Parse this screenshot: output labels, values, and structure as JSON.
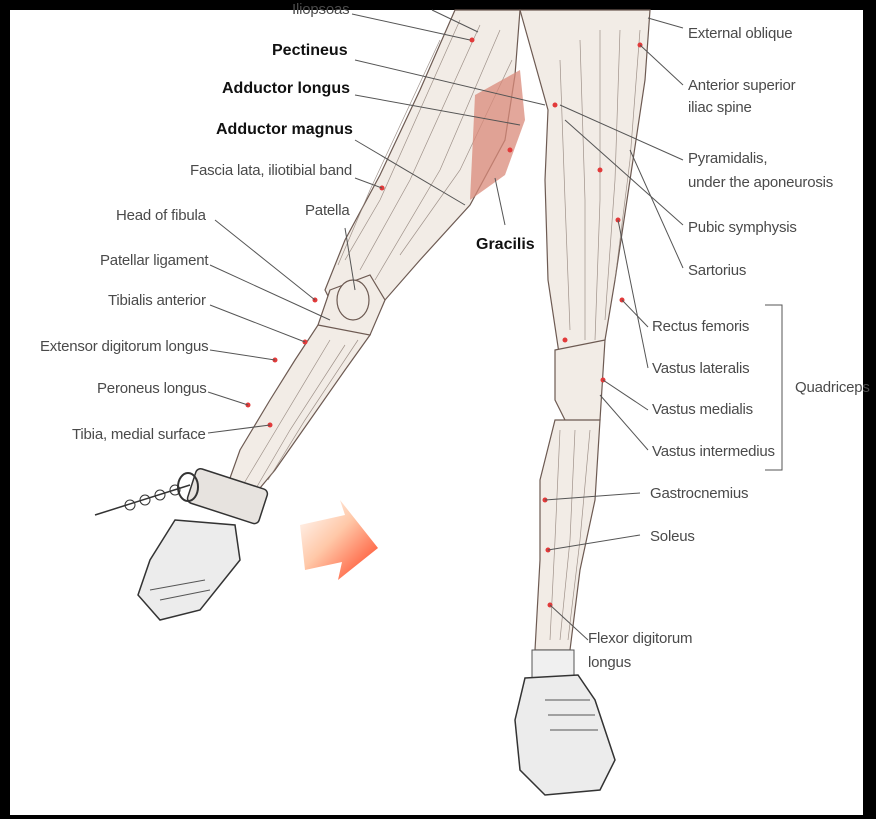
{
  "colors": {
    "background": "#ffffff",
    "frame": "#000000",
    "label_text": "#4a4a4a",
    "bold_label_text": "#111111",
    "muscle_fill": "#f2ece6",
    "muscle_outline": "#6d5a52",
    "pink_region": "#d98a7a",
    "marker_dots": "#e23a3a",
    "arrow_from": "#ffffff",
    "arrow_to": "#ff3b1a"
  },
  "labels": {
    "iliopsoas": "Iliopsoas",
    "pectineus": "Pectineus",
    "adductor_longus": "Adductor longus",
    "adductor_magnus": "Adductor magnus",
    "fascia_lata": "Fascia lata, iliotibial band",
    "patella": "Patella",
    "head_of_fibula": "Head of fibula",
    "patellar_ligament": "Patellar ligament",
    "tibialis_anterior": "Tibialis anterior",
    "extensor_digitorum_longus": "Extensor digitorum longus",
    "peroneus_longus": "Peroneus longus",
    "tibia_medial_surface": "Tibia, medial surface",
    "gracilis": "Gracilis",
    "external_oblique": "External oblique",
    "anterior_superior_1": "Anterior superior",
    "anterior_superior_2": "iliac spine",
    "pyramidalis_1": "Pyramidalis,",
    "pyramidalis_2": "under the aponeurosis",
    "pubic_symphysis": "Pubic symphysis",
    "sartorius": "Sartorius",
    "rectus_femoris": "Rectus femoris",
    "vastus_lateralis": "Vastus lateralis",
    "vastus_medialis": "Vastus medialis",
    "vastus_intermedius": "Vastus intermedius",
    "quadriceps": "Quadriceps",
    "gastrocnemius": "Gastrocnemius",
    "soleus": "Soleus",
    "flexor_digitorum_1": "Flexor digitorum",
    "flexor_digitorum_2": "longus"
  },
  "icons": {
    "motion_arrow": "right-arrow-icon",
    "ankle_cable": "cable-attachment-icon"
  }
}
